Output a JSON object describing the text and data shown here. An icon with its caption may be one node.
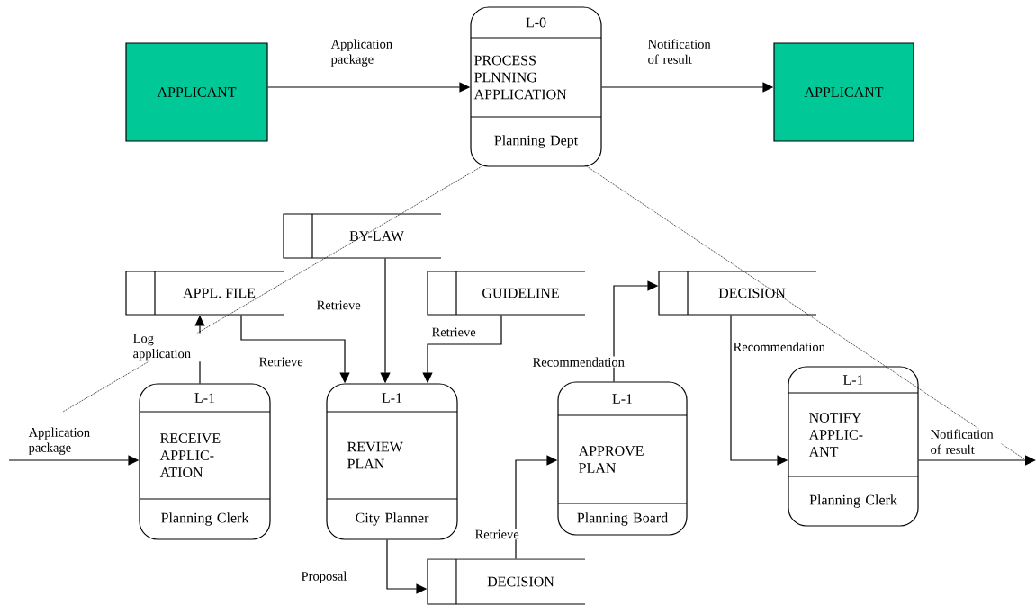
{
  "diagram": {
    "nodes": [
      {
        "text": [
          "APPLICANT"
        ]
      },
      {
        "text": [
          "L-0",
          "PROCESS PLNNING APPLICATION",
          "Planning Dept"
        ]
      },
      {
        "text": [
          "APPLICANT"
        ]
      },
      {
        "text": [
          "BY-LAW"
        ]
      },
      {
        "text": [
          "APPL. FILE"
        ]
      },
      {
        "text": [
          "GUIDELINE"
        ]
      },
      {
        "text": [
          "DECISION"
        ]
      },
      {
        "text": [
          "L-1",
          "RECEIVE APPLIC- ATION",
          "Planning Clerk"
        ]
      },
      {
        "text": [
          "L-1",
          "REVIEW PLAN",
          "City Planner"
        ]
      },
      {
        "text": [
          "L-1",
          "APPROVE PLAN",
          "Planning Board"
        ]
      },
      {
        "text": [
          "L-1",
          "NOTIFY APPLIC- ANT",
          "Planning Clerk"
        ]
      },
      {
        "text": [
          "DECISION"
        ]
      }
    ],
    "edges": [
      {
        "from": 0,
        "to": 1,
        "arrow": "to",
        "label": "Application package"
      },
      {
        "from": 1,
        "to": 2,
        "arrow": "to",
        "label": "Notification of result"
      },
      {
        "from": null,
        "to": 7,
        "arrow": "to",
        "label": "Application package"
      },
      {
        "from": 7,
        "to": 4,
        "arrow": "to",
        "label": "Log application"
      },
      {
        "from": 4,
        "to": 8,
        "arrow": "to",
        "label": "Retrieve"
      },
      {
        "from": 3,
        "to": 8,
        "arrow": "to",
        "label": "Retrieve"
      },
      {
        "from": 5,
        "to": 8,
        "arrow": "to",
        "label": "Retrieve"
      },
      {
        "from": 8,
        "to": 11,
        "arrow": "to",
        "label": "Proposal"
      },
      {
        "from": 11,
        "to": 9,
        "arrow": "to",
        "label": "Retrieve"
      },
      {
        "from": 9,
        "to": 6,
        "arrow": "to",
        "label": "Recommendation"
      },
      {
        "from": 6,
        "to": 10,
        "arrow": "to",
        "label": "Recommendation"
      },
      {
        "from": 10,
        "to": null,
        "arrow": "to",
        "label": "Notification of result"
      },
      {
        "from": 1,
        "to": null,
        "arrow": "none",
        "style": "dashed"
      },
      {
        "from": 1,
        "to": null,
        "arrow": "none",
        "style": "dashed"
      }
    ]
  }
}
